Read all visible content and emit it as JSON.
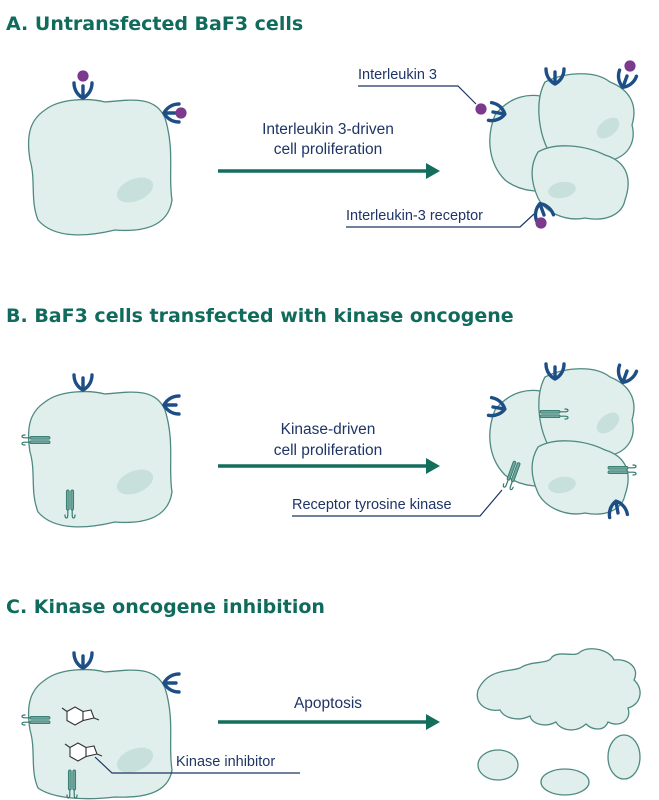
{
  "colors": {
    "title": "#106b5c",
    "text": "#1e3566",
    "cell_fill": "#e0efec",
    "cell_stroke": "#4f8a82",
    "nucleus": "#c7e0dc",
    "receptor": "#1d4f86",
    "ligand": "#7c3a8e",
    "arrow": "#146e5e",
    "kinase_fill": "#6fa79e",
    "kinase_stroke": "#34786d"
  },
  "panels": {
    "a": {
      "title": "A. Untransfected BaF3 cells",
      "arrow_label_line1": "Interleukin 3-driven",
      "arrow_label_line2": "cell proliferation",
      "callout_ligand": "Interleukin 3",
      "callout_receptor": "Interleukin-3 receptor"
    },
    "b": {
      "title": "B. BaF3 cells transfected with kinase oncogene",
      "arrow_label_line1": "Kinase-driven",
      "arrow_label_line2": "cell proliferation",
      "callout_rtk": "Receptor tyrosine kinase"
    },
    "c": {
      "title": "C. Kinase oncogene inhibition",
      "arrow_label": "Apoptosis",
      "callout_inhibitor": "Kinase inhibitor"
    }
  }
}
